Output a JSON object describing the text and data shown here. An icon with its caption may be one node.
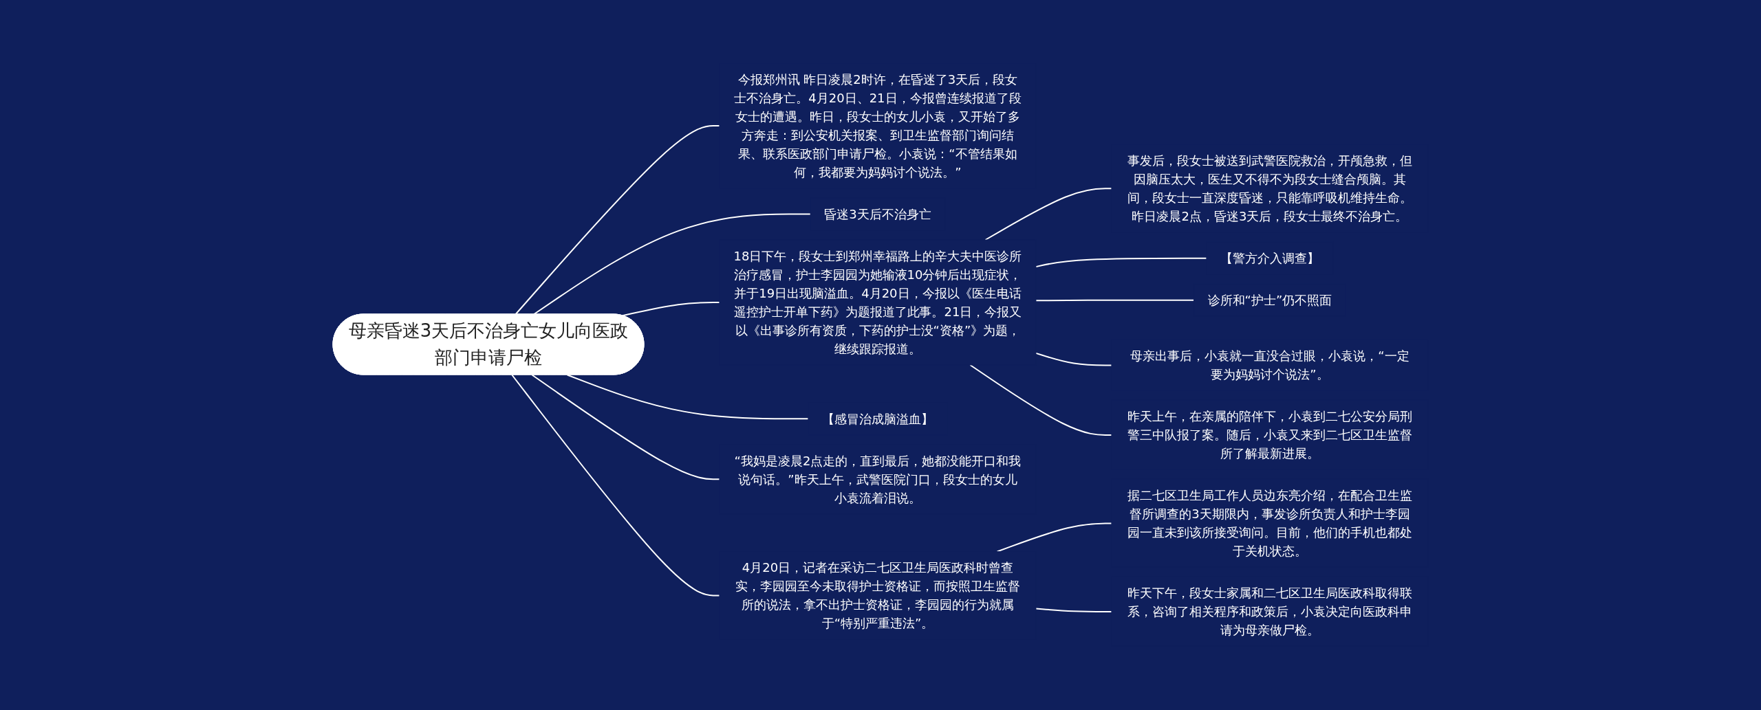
{
  "diagram": {
    "nodes": [
      {
        "text": [
          "母亲昏迷3天后不治身亡女儿向医政部门申请尸检"
        ]
      },
      {
        "text": [
          "今报郑州讯 昨日凌晨2时许，在昏迷了3天后，段女士不治身亡。4月20日、21日，今报曾连续报道了段女士的遭遇。昨日，段女士的女儿小袁，又开始了多方奔走：到公安机关报案、到卫生监督部门询问结果、联系医政部门申请尸检。小袁说：“不管结果如何，我都要为妈妈讨个说法。”"
        ]
      },
      {
        "text": [
          "昏迷3天后不治身亡"
        ]
      },
      {
        "text": [
          "18日下午，段女士到郑州幸福路上的辛大夫中医诊所治疗感冒，护士李园园为她输液10分钟后出现症状，并于19日出现脑溢血。4月20日，今报以《医生电话遥控护士开单下药》为题报道了此事。21日，今报又以《出事诊所有资质，下药的护士没“资格”》为题，继续跟踪报道。"
        ]
      },
      {
        "text": [
          "事发后，段女士被送到武警医院救治，开颅急救，但因脑压太大，医生又不得不为段女士缝合颅脑。其间，段女士一直深度昏迷，只能靠呼吸机维持生命。昨日凌晨2点，昏迷3天后，段女士最终不治身亡。"
        ]
      },
      {
        "text": [
          "【警方介入调查】"
        ]
      },
      {
        "text": [
          "诊所和“护士”仍不照面"
        ]
      },
      {
        "text": [
          "母亲出事后，小袁就一直没合过眼，小袁说，“一定要为妈妈讨个说法”。"
        ]
      },
      {
        "text": [
          "昨天上午，在亲属的陪伴下，小袁到二七公安分局刑警三中队报了案。随后，小袁又来到二七区卫生监督所了解最新进展。"
        ]
      },
      {
        "text": [
          "【感冒治成脑溢血】"
        ]
      },
      {
        "text": [
          "“我妈是凌晨2点走的，直到最后，她都没能开口和我说句话。”昨天上午，武警医院门口，段女士的女儿小袁流着泪说。"
        ]
      },
      {
        "text": [
          "4月20日，记者在采访二七区卫生局医政科时曾查实，李园园至今未取得护士资格证，而按照卫生监督所的说法，拿不出护士资格证，李园园的行为就属于“特别严重违法”。"
        ]
      },
      {
        "text": [
          "据二七区卫生局工作人员边东亮介绍，在配合卫生监督所调查的3天期限内，事发诊所负责人和护士李园园一直未到该所接受询问。目前，他们的手机也都处于关机状态。"
        ]
      },
      {
        "text": [
          "昨天下午，段女士家属和二七区卫生局医政科取得联系，咨询了相关程序和政策后，小袁决定向医政科申请为母亲做尸检。"
        ]
      }
    ],
    "edges": [
      {
        "from": 0,
        "to": 1,
        "arrow": "none"
      },
      {
        "from": 0,
        "to": 2,
        "arrow": "none"
      },
      {
        "from": 0,
        "to": 3,
        "arrow": "none"
      },
      {
        "from": 3,
        "to": 4,
        "arrow": "none"
      },
      {
        "from": 3,
        "to": 5,
        "arrow": "none"
      },
      {
        "from": 3,
        "to": 6,
        "arrow": "none"
      },
      {
        "from": 3,
        "to": 7,
        "arrow": "none"
      },
      {
        "from": 3,
        "to": 8,
        "arrow": "none"
      },
      {
        "from": 0,
        "to": 9,
        "arrow": "none"
      },
      {
        "from": 0,
        "to": 10,
        "arrow": "none"
      },
      {
        "from": 0,
        "to": 11,
        "arrow": "none"
      },
      {
        "from": 11,
        "to": 12,
        "arrow": "none"
      },
      {
        "from": 11,
        "to": 13,
        "arrow": "none"
      }
    ]
  }
}
